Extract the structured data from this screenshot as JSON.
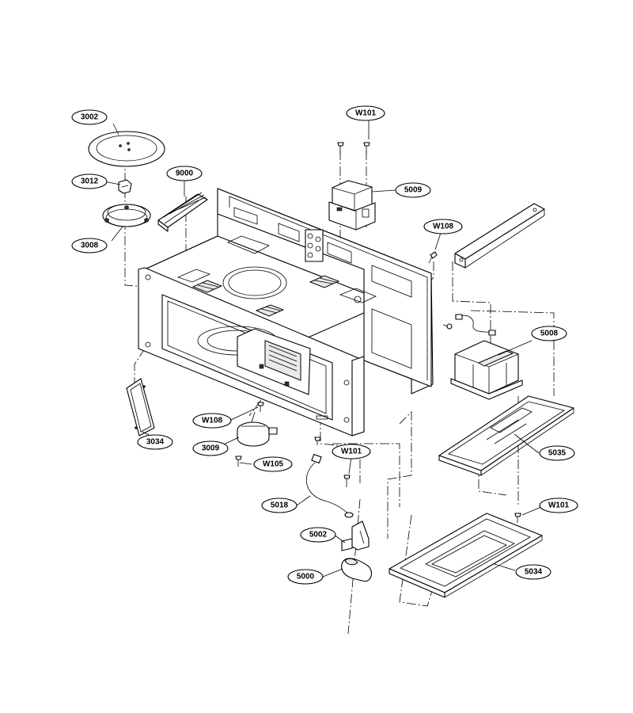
{
  "labels": {
    "p3002": "3002",
    "p3012": "3012",
    "p3008": "3008",
    "p9000": "9000",
    "p5009": "5009",
    "pW101_top": "W101",
    "pW108_top": "W108",
    "p5008": "5008",
    "p5035": "5035",
    "pW101_right": "W101",
    "p5034": "5034",
    "p3034": "3034",
    "pW108_bottom": "W108",
    "p3009": "3009",
    "pW105": "W105",
    "pW101_mid": "W101",
    "p5018": "5018",
    "p5002": "5002",
    "p5000": "5000"
  }
}
